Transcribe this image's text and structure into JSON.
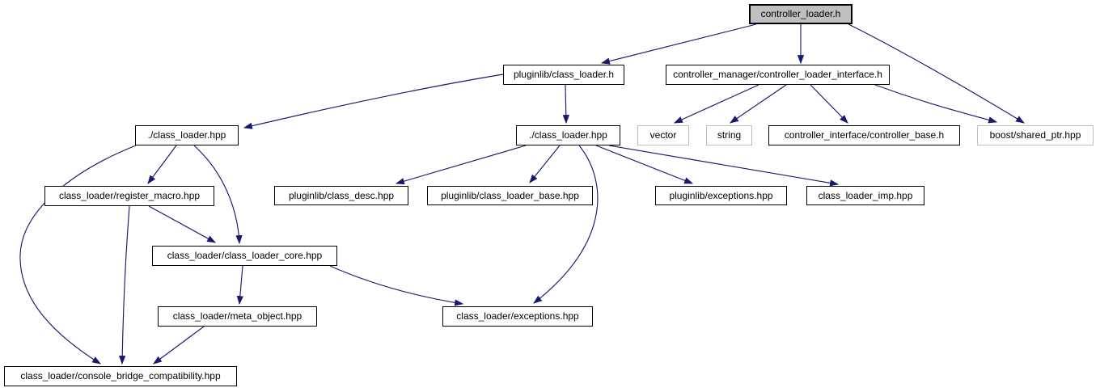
{
  "diagram": {
    "type": "include-dependency-graph",
    "root_file": "controller_loader.h",
    "colors": {
      "edge": "#191970",
      "root_fill": "#bfbfbf",
      "internal_border": "#000000",
      "external_border": "#bebebe",
      "node_fill": "#ffffff",
      "text": "#000000"
    },
    "nodes": [
      {
        "id": "controller_loader_h",
        "label": "controller_loader.h",
        "kind": "root"
      },
      {
        "id": "pluginlib_class_loader_h",
        "label": "pluginlib/class_loader.h",
        "kind": "internal"
      },
      {
        "id": "controller_loader_interface_h",
        "label": "controller_manager/controller_loader_interface.h",
        "kind": "internal"
      },
      {
        "id": "class_loader_hpp_left",
        "label": "./class_loader.hpp",
        "kind": "internal"
      },
      {
        "id": "class_loader_hpp_mid",
        "label": "./class_loader.hpp",
        "kind": "internal"
      },
      {
        "id": "vector",
        "label": "vector",
        "kind": "external"
      },
      {
        "id": "string",
        "label": "string",
        "kind": "external"
      },
      {
        "id": "controller_base_h",
        "label": "controller_interface/controller_base.h",
        "kind": "internal"
      },
      {
        "id": "boost_shared_ptr_hpp",
        "label": "boost/shared_ptr.hpp",
        "kind": "external"
      },
      {
        "id": "register_macro_hpp",
        "label": "class_loader/register_macro.hpp",
        "kind": "internal"
      },
      {
        "id": "class_desc_hpp",
        "label": "pluginlib/class_desc.hpp",
        "kind": "internal"
      },
      {
        "id": "class_loader_base_hpp",
        "label": "pluginlib/class_loader_base.hpp",
        "kind": "internal"
      },
      {
        "id": "pluginlib_exceptions_hpp",
        "label": "pluginlib/exceptions.hpp",
        "kind": "internal"
      },
      {
        "id": "class_loader_imp_hpp",
        "label": "class_loader_imp.hpp",
        "kind": "internal"
      },
      {
        "id": "class_loader_core_hpp",
        "label": "class_loader/class_loader_core.hpp",
        "kind": "internal"
      },
      {
        "id": "meta_object_hpp",
        "label": "class_loader/meta_object.hpp",
        "kind": "internal"
      },
      {
        "id": "class_loader_exceptions_hpp",
        "label": "class_loader/exceptions.hpp",
        "kind": "internal"
      },
      {
        "id": "console_bridge_hpp",
        "label": "class_loader/console_bridge_compatibility.hpp",
        "kind": "internal"
      }
    ],
    "edges": [
      {
        "from": "controller_loader_h",
        "to": "pluginlib_class_loader_h"
      },
      {
        "from": "controller_loader_h",
        "to": "controller_loader_interface_h"
      },
      {
        "from": "controller_loader_h",
        "to": "boost_shared_ptr_hpp"
      },
      {
        "from": "pluginlib_class_loader_h",
        "to": "class_loader_hpp_left"
      },
      {
        "from": "pluginlib_class_loader_h",
        "to": "class_loader_hpp_mid"
      },
      {
        "from": "controller_loader_interface_h",
        "to": "vector"
      },
      {
        "from": "controller_loader_interface_h",
        "to": "string"
      },
      {
        "from": "controller_loader_interface_h",
        "to": "controller_base_h"
      },
      {
        "from": "controller_loader_interface_h",
        "to": "boost_shared_ptr_hpp"
      },
      {
        "from": "class_loader_hpp_left",
        "to": "register_macro_hpp"
      },
      {
        "from": "class_loader_hpp_left",
        "to": "class_loader_core_hpp"
      },
      {
        "from": "class_loader_hpp_left",
        "to": "console_bridge_hpp"
      },
      {
        "from": "register_macro_hpp",
        "to": "class_loader_core_hpp"
      },
      {
        "from": "register_macro_hpp",
        "to": "console_bridge_hpp"
      },
      {
        "from": "class_loader_hpp_mid",
        "to": "class_desc_hpp"
      },
      {
        "from": "class_loader_hpp_mid",
        "to": "class_loader_base_hpp"
      },
      {
        "from": "class_loader_hpp_mid",
        "to": "class_loader_exceptions_hpp"
      },
      {
        "from": "class_loader_hpp_mid",
        "to": "pluginlib_exceptions_hpp"
      },
      {
        "from": "class_loader_hpp_mid",
        "to": "class_loader_imp_hpp"
      },
      {
        "from": "class_loader_core_hpp",
        "to": "meta_object_hpp"
      },
      {
        "from": "class_loader_core_hpp",
        "to": "class_loader_exceptions_hpp"
      },
      {
        "from": "meta_object_hpp",
        "to": "console_bridge_hpp"
      }
    ]
  }
}
